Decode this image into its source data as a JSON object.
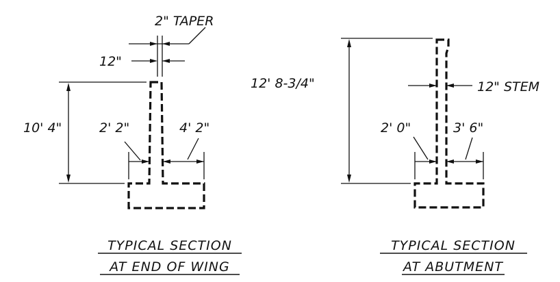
{
  "wing": {
    "taper_label": "2\" TAPER",
    "top_width_label": "12\"",
    "height_label": "10' 4\"",
    "left_toe_label": "2' 2\"",
    "right_heel_label": "4' 2\"",
    "caption_line1": "TYPICAL SECTION",
    "caption_line2": "AT END OF WING"
  },
  "abutment": {
    "height_label": "12' 8-3/4\"",
    "stem_label": "12\" STEM",
    "left_toe_label": "2' 0\"",
    "right_heel_label": "3' 6\"",
    "caption_line1": "TYPICAL SECTION",
    "caption_line2": "AT ABUTMENT"
  }
}
